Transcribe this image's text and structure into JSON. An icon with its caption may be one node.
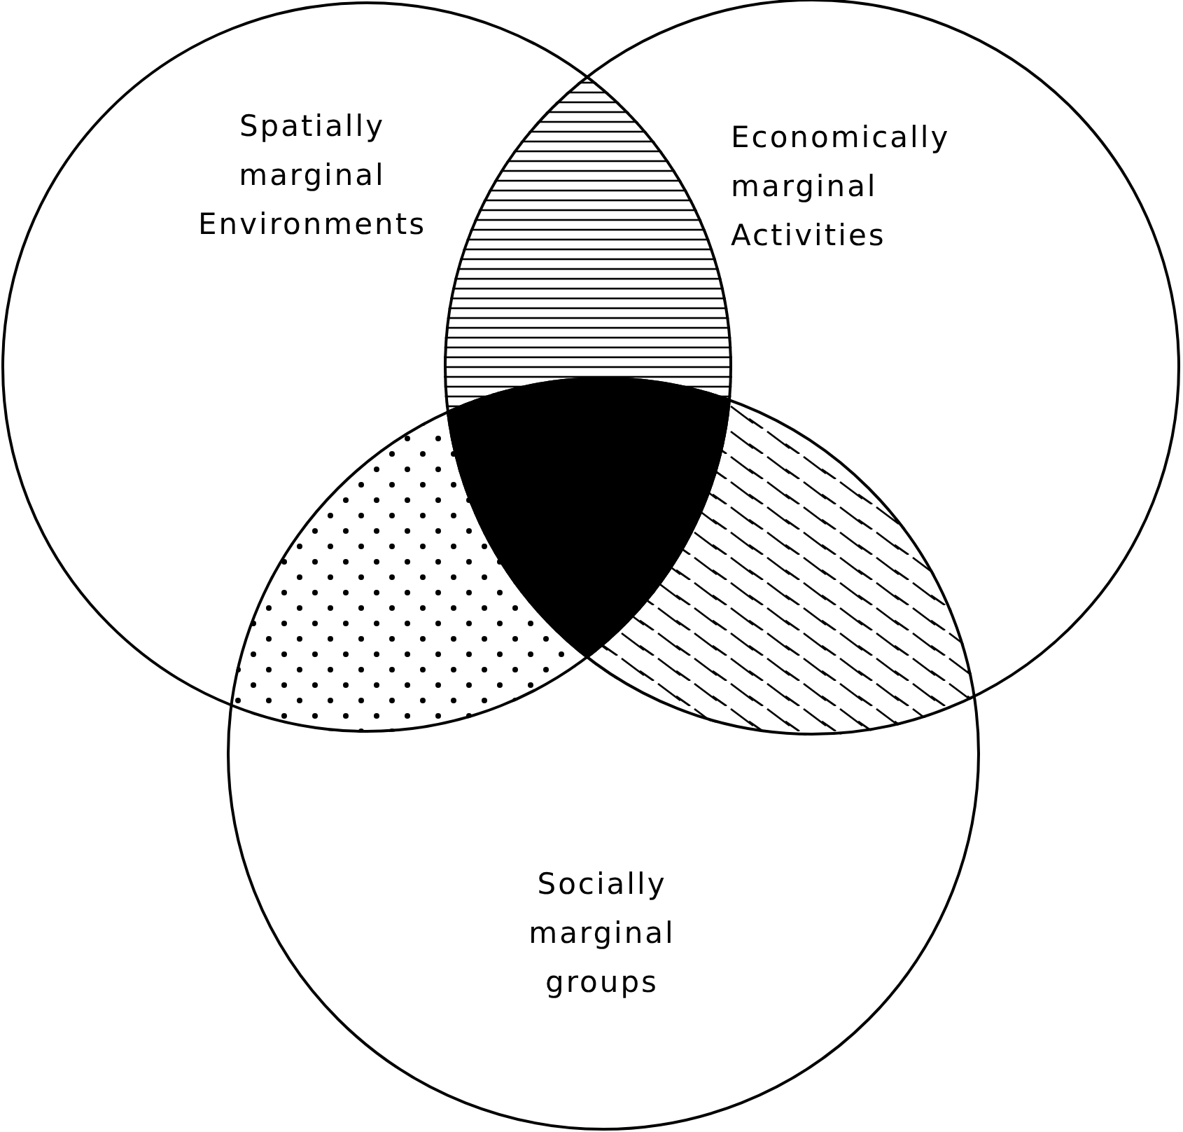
{
  "diagram": {
    "nodes": [
      {
        "text": [
          "Spatially marginal Environments"
        ]
      },
      {
        "text": [
          "Economically marginal Activities"
        ]
      },
      {
        "text": [
          "Socially marginal groups"
        ]
      }
    ]
  }
}
